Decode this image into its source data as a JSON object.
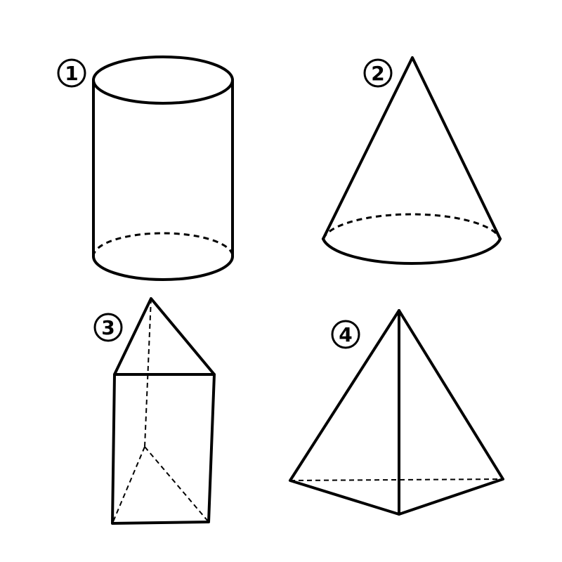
{
  "figures": [
    {
      "label": "1",
      "shape": "cylinder"
    },
    {
      "label": "2",
      "shape": "cone"
    },
    {
      "label": "3",
      "shape": "triangular-prism"
    },
    {
      "label": "4",
      "shape": "triangular-pyramid"
    }
  ]
}
